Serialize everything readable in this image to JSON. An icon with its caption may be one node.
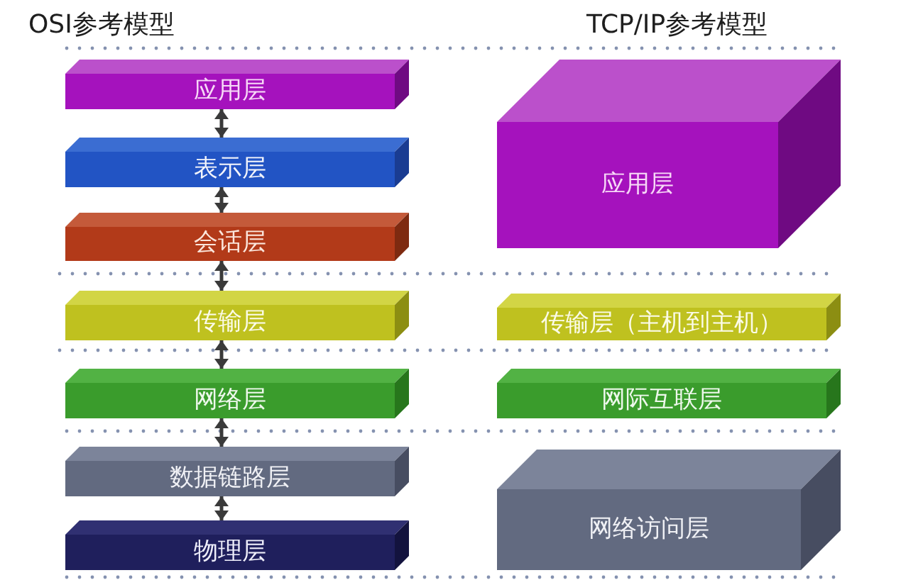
{
  "diagram": {
    "nodes": [
      {
        "text": [
          "应用层"
        ]
      },
      {
        "text": [
          "表示层"
        ]
      },
      {
        "text": [
          "会话层"
        ]
      },
      {
        "text": [
          "传输层"
        ]
      },
      {
        "text": [
          "网络层"
        ]
      },
      {
        "text": [
          "数据链路层"
        ]
      },
      {
        "text": [
          "物理层"
        ]
      },
      {
        "text": [
          "应用层"
        ]
      },
      {
        "text": [
          "传输层（主机到主机）"
        ]
      },
      {
        "text": [
          "网际互联层"
        ]
      },
      {
        "text": [
          "网络访问层"
        ]
      }
    ],
    "edges": [
      {
        "from": 0,
        "to": 1,
        "arrow": "both"
      },
      {
        "from": 1,
        "to": 2,
        "arrow": "both"
      },
      {
        "from": 2,
        "to": 3,
        "arrow": "both"
      },
      {
        "from": 3,
        "to": 4,
        "arrow": "both"
      },
      {
        "from": 4,
        "to": 5,
        "arrow": "both"
      },
      {
        "from": 5,
        "to": 6,
        "arrow": "both"
      }
    ],
    "labels": [
      "OSI参考模型",
      "TCP/IP参考模型"
    ]
  }
}
